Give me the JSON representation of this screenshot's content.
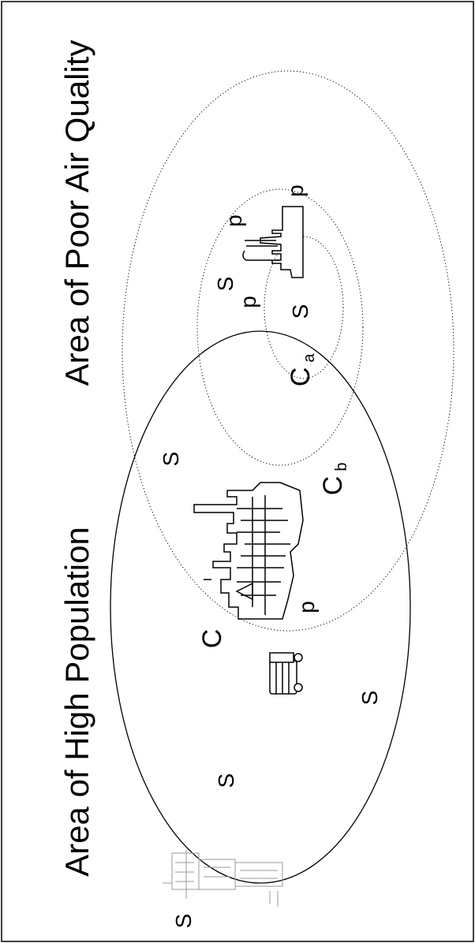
{
  "titles": {
    "high_population": "Area of High Population",
    "poor_air_quality": "Area of Poor Air Quality"
  },
  "markers": {
    "s_label": "S",
    "c_label": "C",
    "p_label": "p",
    "sub_a": "a",
    "sub_b": "b"
  },
  "icons": [
    "skyline-icon",
    "factory-icon",
    "truck-icon",
    "building-icon"
  ]
}
